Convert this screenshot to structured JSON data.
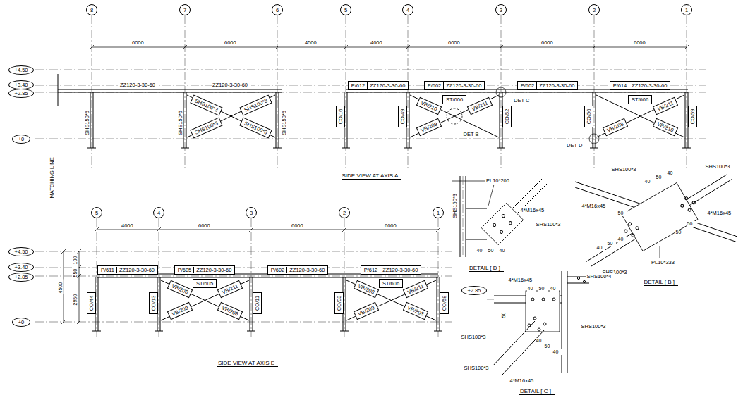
{
  "diagram": {
    "nodes": [
      {
        "text": [
          "8"
        ]
      },
      {
        "text": [
          "7"
        ]
      },
      {
        "text": [
          "6"
        ]
      },
      {
        "text": [
          "5"
        ]
      },
      {
        "text": [
          "4"
        ]
      },
      {
        "text": [
          "3"
        ]
      },
      {
        "text": [
          "2"
        ]
      },
      {
        "text": [
          "1"
        ]
      },
      {
        "text": [
          "+4.50"
        ]
      },
      {
        "text": [
          "+3.40"
        ]
      },
      {
        "text": [
          "+2.85"
        ]
      },
      {
        "text": [
          "+0"
        ]
      },
      {
        "text": [
          "P/612",
          "ZZ120-3-30-60"
        ]
      },
      {
        "text": [
          "P/602",
          "ZZ120-3-30-60"
        ]
      },
      {
        "text": [
          "P/602",
          "ZZ120-3-30-60"
        ]
      },
      {
        "text": [
          "P/614",
          "ZZ120-3-30-60"
        ]
      },
      {
        "text": [
          "SHS100*3"
        ]
      },
      {
        "text": [
          "SHS100*3"
        ]
      },
      {
        "text": [
          "SHS100*3"
        ]
      },
      {
        "text": [
          "SHS100*3"
        ]
      },
      {
        "text": [
          "CO/16"
        ]
      },
      {
        "text": [
          "CO/49"
        ]
      },
      {
        "text": [
          "VB/210"
        ]
      },
      {
        "text": [
          "ST/606"
        ]
      },
      {
        "text": [
          "VB/211"
        ]
      },
      {
        "text": [
          "VB/209"
        ]
      },
      {
        "text": [
          "CO/52"
        ]
      },
      {
        "text": [
          "CO/56"
        ]
      },
      {
        "text": [
          "ST/606"
        ]
      },
      {
        "text": [
          "VB/211"
        ]
      },
      {
        "text": [
          "VB/208"
        ]
      },
      {
        "text": [
          "VB/210"
        ]
      },
      {
        "text": [
          "CO/59"
        ]
      },
      {
        "text": [
          "5"
        ]
      },
      {
        "text": [
          "4"
        ]
      },
      {
        "text": [
          "3"
        ]
      },
      {
        "text": [
          "2"
        ]
      },
      {
        "text": [
          "1"
        ]
      },
      {
        "text": [
          "+4.50"
        ]
      },
      {
        "text": [
          "+3.40"
        ]
      },
      {
        "text": [
          "+2.85"
        ]
      },
      {
        "text": [
          "+0"
        ]
      },
      {
        "text": [
          "P/611",
          "ZZ120-3-30-60"
        ]
      },
      {
        "text": [
          "P/605",
          "ZZ120-3-30-60"
        ]
      },
      {
        "text": [
          "P/602",
          "ZZ120-3-30-60"
        ]
      },
      {
        "text": [
          "P/612",
          "ZZ120-3-30-60"
        ]
      },
      {
        "text": [
          "CO/44"
        ]
      },
      {
        "text": [
          "CO/13"
        ]
      },
      {
        "text": [
          "VB/208"
        ]
      },
      {
        "text": [
          "ST/605"
        ]
      },
      {
        "text": [
          "VB/211"
        ]
      },
      {
        "text": [
          "VB/209"
        ]
      },
      {
        "text": [
          "VB/208"
        ]
      },
      {
        "text": [
          "CO/11"
        ]
      },
      {
        "text": [
          "CO/03"
        ]
      },
      {
        "text": [
          "VB/208"
        ]
      },
      {
        "text": [
          "ST/606"
        ]
      },
      {
        "text": [
          "VB/211"
        ]
      },
      {
        "text": [
          "VB/209"
        ]
      },
      {
        "text": [
          "VB/203"
        ]
      },
      {
        "text": [
          "CO/58"
        ]
      },
      {
        "text": [
          "+2.85"
        ]
      }
    ],
    "labels": [
      "6000",
      "6000",
      "4500",
      "4000",
      "6000",
      "6000",
      "6000",
      "ZZ120-3-30-60",
      "ZZ120-3-30-60",
      "SHS150*5",
      "SHS150*5",
      "SHS150*5",
      "DET C",
      "DET B",
      "DET D",
      "MATCHING LINE",
      "SIDE VIEW AT AXIS A",
      "4000",
      "6000",
      "6000",
      "6000",
      "100",
      "550",
      "4500",
      "2950",
      "SIDE VIEW AT AXIS E",
      "SHS150*3",
      "PL10*200",
      "4*M16x45",
      "SHS100*3",
      "40",
      "50",
      "40",
      "DETAIL [ D ]",
      "SHS100*3",
      "40",
      "50",
      "40",
      "SHS100*3",
      "4*M16x45",
      "4*M16x45",
      "50",
      "50",
      "50",
      "40",
      "50",
      "40",
      "PL10*333",
      "SHS100*3",
      "DETAIL [ B ]",
      "SHS100*4",
      "4*M16x45",
      "40",
      "50",
      "40",
      "50",
      "SHS100*3",
      "SHS100*3",
      "SHS100*3",
      "4*M16x45",
      "40",
      "50",
      "40",
      "DETAIL [ C ]"
    ]
  }
}
